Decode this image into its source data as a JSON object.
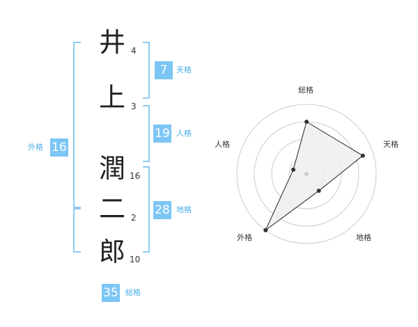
{
  "name": {
    "chars": [
      {
        "char": "井",
        "strokes": "4"
      },
      {
        "char": "上",
        "strokes": "3"
      },
      {
        "char": "潤",
        "strokes": "16"
      },
      {
        "char": "二",
        "strokes": "2"
      },
      {
        "char": "郎",
        "strokes": "10"
      }
    ]
  },
  "fortune": {
    "tenkaku": {
      "value": "7",
      "label": "天格"
    },
    "jinkaku": {
      "value": "19",
      "label": "人格"
    },
    "chikaku": {
      "value": "28",
      "label": "地格"
    },
    "gaikaku": {
      "value": "16",
      "label": "外格"
    },
    "soukaku": {
      "value": "35",
      "label": "総格"
    }
  },
  "chart_data": {
    "type": "radar",
    "axes": [
      "総格",
      "天格",
      "地格",
      "外格",
      "人格"
    ],
    "values": [
      0.75,
      0.85,
      0.3,
      1.0,
      0.2
    ],
    "rings": 4,
    "range": [
      0,
      1
    ],
    "colors": {
      "grid": "#cccccc",
      "fill": "#eeeeee",
      "line": "#222222",
      "point": "#333333",
      "center": "#cccccc"
    }
  },
  "colors": {
    "accent": "#7cc6f5",
    "bracket": "#8ccbf3",
    "label": "#4aaee8"
  }
}
